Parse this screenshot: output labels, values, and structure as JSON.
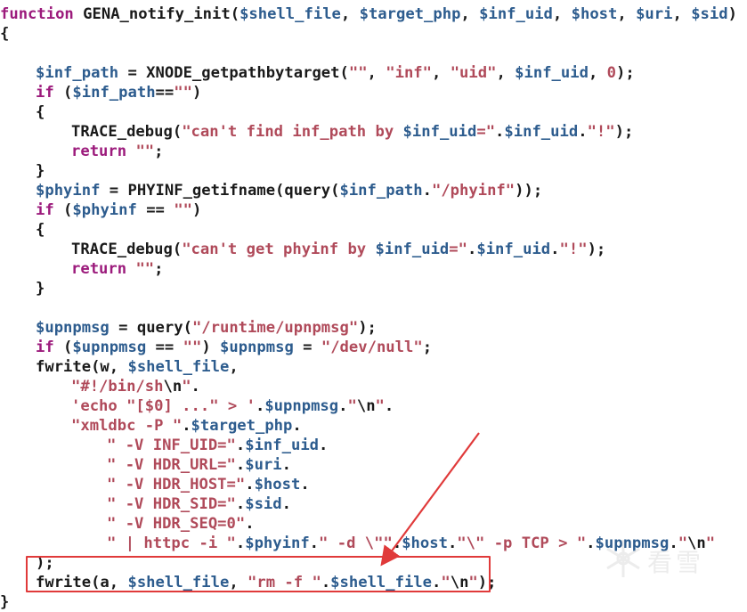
{
  "code": {
    "l1_kw": "function",
    "l1_name": " GENA_notify_init(",
    "l1_v1": "$shell_file",
    "l1_c1": ", ",
    "l1_v2": "$target_php",
    "l1_c2": ", ",
    "l1_v3": "$inf_uid",
    "l1_c3": ", ",
    "l1_v4": "$host",
    "l1_c4": ", ",
    "l1_v5": "$uri",
    "l1_c5": ", ",
    "l1_v6": "$sid",
    "l1_end": ")",
    "l2": "{",
    "l4_v1": "$inf_path",
    "l4_eq": " = XNODE_getpathbytarget(",
    "l4_s1": "\"\"",
    "l4_c1": ", ",
    "l4_s2": "\"inf\"",
    "l4_c2": ", ",
    "l4_s3": "\"uid\"",
    "l4_c3": ", ",
    "l4_v2": "$inf_uid",
    "l4_c4": ", ",
    "l4_n": "0",
    "l4_end": ");",
    "l5_kw": "if",
    "l5_p": " (",
    "l5_v": "$inf_path",
    "l5_op": "==",
    "l5_s": "\"\"",
    "l5_end": ")",
    "l6": "{",
    "l7_fn": "TRACE_debug(",
    "l7_s1": "\"can't find inf_path by ",
    "l7_v1": "$inf_uid",
    "l7_s2": "=\"",
    "l7_d1": ".",
    "l7_v2": "$inf_uid",
    "l7_d2": ".",
    "l7_s3": "\"!\"",
    "l7_end": ");",
    "l8_kw": "return",
    "l8_s": " \"\"",
    "l8_end": ";",
    "l9": "}",
    "l10_v1": "$phyinf",
    "l10_eq": " = PHYINF_getifname(query(",
    "l10_v2": "$inf_path",
    "l10_d": ".",
    "l10_s": "\"/phyinf\"",
    "l10_end": "));",
    "l11_kw": "if",
    "l11_p": " (",
    "l11_v": "$phyinf",
    "l11_op": " == ",
    "l11_s": "\"\"",
    "l11_end": ")",
    "l12": "{",
    "l13_fn": "TRACE_debug(",
    "l13_s1": "\"can't get phyinf by ",
    "l13_v1": "$inf_uid",
    "l13_s2": "=\"",
    "l13_d1": ".",
    "l13_v2": "$inf_uid",
    "l13_d2": ".",
    "l13_s3": "\"!\"",
    "l13_end": ");",
    "l14_kw": "return",
    "l14_s": " \"\"",
    "l14_end": ";",
    "l15": "}",
    "l17_v": "$upnpmsg",
    "l17_eq": " = query(",
    "l17_s": "\"/runtime/upnpmsg\"",
    "l17_end": ");",
    "l18_kw": "if",
    "l18_p": " (",
    "l18_v1": "$upnpmsg",
    "l18_op": " == ",
    "l18_s1": "\"\"",
    "l18_mid": ") ",
    "l18_v2": "$upnpmsg",
    "l18_eq": " = ",
    "l18_s2": "\"/dev/null\"",
    "l18_end": ";",
    "l19_fn": "fwrite(w, ",
    "l19_v": "$shell_file",
    "l19_end": ",",
    "l20_s1": "\"#!/bin/sh",
    "l20_e": "\\n",
    "l20_s2": "\"",
    "l20_end": ".",
    "l21_s1": "'echo \"[$0] ...\" > '",
    "l21_d1": ".",
    "l21_v": "$upnpmsg",
    "l21_d2": ".",
    "l21_s2": "\"",
    "l21_e": "\\n",
    "l21_s3": "\"",
    "l21_end": ".",
    "l22_s": "\"xmldbc -P \"",
    "l22_d": ".",
    "l22_v": "$target_php",
    "l22_end": ".",
    "l23_s": "\" -V INF_UID=\"",
    "l23_d": ".",
    "l23_v": "$inf_uid",
    "l23_end": ".",
    "l24_s": "\" -V HDR_URL=\"",
    "l24_d": ".",
    "l24_v": "$uri",
    "l24_end": ".",
    "l25_s": "\" -V HDR_HOST=\"",
    "l25_d": ".",
    "l25_v": "$host",
    "l25_end": ".",
    "l26_s": "\" -V HDR_SID=\"",
    "l26_d": ".",
    "l26_v": "$sid",
    "l26_end": ".",
    "l27_s": "\" -V HDR_SEQ=0\"",
    "l27_end": ".",
    "l28_s1": "\" | httpc -i \"",
    "l28_d1": ".",
    "l28_v1": "$phyinf",
    "l28_d2": ".",
    "l28_s2": "\" -d \\\"\"",
    "l28_d3": ".",
    "l28_v2": "$host",
    "l28_d4": ".",
    "l28_s3": "\"\\\" -p TCP > \"",
    "l28_d5": ".",
    "l28_v3": "$upnpmsg",
    "l28_d6": ".",
    "l28_s4": "\"",
    "l28_e": "\\n",
    "l28_s5": "\"",
    "l29": ");",
    "l30_fn": "fwrite(a, ",
    "l30_v1": "$shell_file",
    "l30_c": ", ",
    "l30_s1": "\"rm -f \"",
    "l30_d1": ".",
    "l30_v2": "$shell_file",
    "l30_d2": ".",
    "l30_s2": "\"",
    "l30_e": "\\n",
    "l30_s3": "\"",
    "l30_end": ");",
    "l31": "}"
  },
  "watermark": {
    "text": "看雪"
  },
  "colors": {
    "keyword": "#9c1b7c",
    "variable": "#2d5c8e",
    "string": "#b04a5a",
    "plain": "#1a1a1a",
    "annotation": "#e03a3a"
  }
}
